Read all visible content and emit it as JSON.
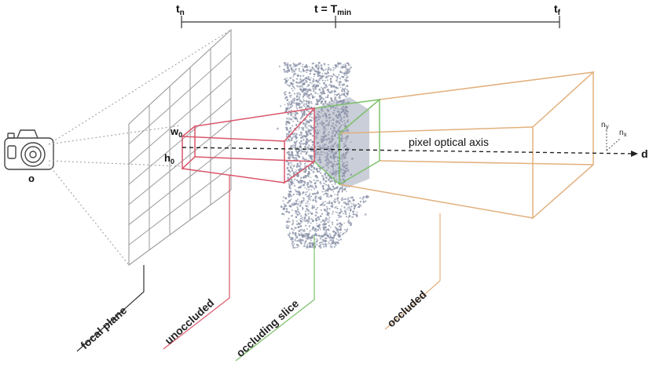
{
  "timeline": {
    "near_label": "t",
    "near_sub": "n",
    "min_label": "t = T",
    "min_sub": "min",
    "far_label": "t",
    "far_sub": "f"
  },
  "camera": {
    "origin_label": "o"
  },
  "plane": {
    "width_label": "w",
    "width_sub": "0",
    "height_label": "h",
    "height_sub": "0"
  },
  "ray": {
    "axis_label": "pixel optical axis",
    "direction_label": "d",
    "ny_label": "n",
    "ny_sub": "y",
    "nx_label": "n",
    "nx_sub": "x"
  },
  "callouts": {
    "focal_plane": "focal plane",
    "unoccluded": "unoccluded",
    "occluding_slice": "occluding slice",
    "occluded": "occluded"
  },
  "colors": {
    "unoccluded": "#d9566a",
    "occluding_slice": "#7cc06a",
    "occluded": "#e2b07d",
    "point_cloud": "#8a92a8",
    "grid": "#9a9a9a"
  }
}
